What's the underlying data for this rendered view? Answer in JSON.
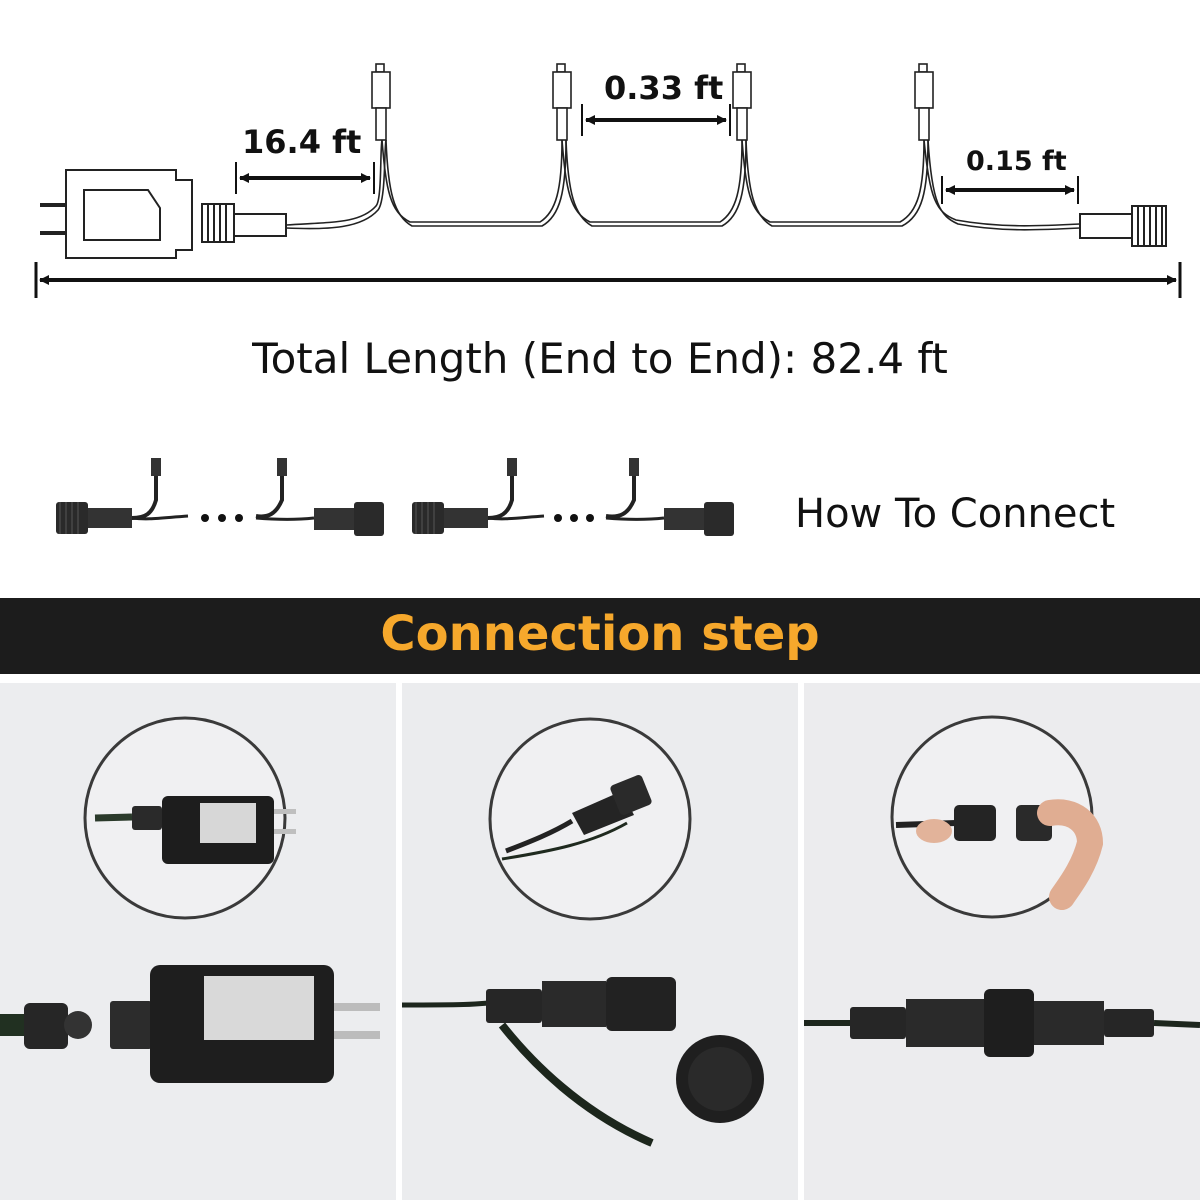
{
  "dimensions": {
    "segment_1": "16.4 ft",
    "spacing": "0.33 ft",
    "end_lead": "0.15 ft",
    "total": "Total Length (End to End): 82.4 ft"
  },
  "connect_label": "How To Connect",
  "banner": {
    "title": "Connection step",
    "color": "#f6a82c",
    "background": "#1c1c1c"
  },
  "steps": [
    {
      "name": "step-1-adapter",
      "icons": [
        "power-adapter-icon",
        "connector-icon"
      ]
    },
    {
      "name": "step-2-remove-cap",
      "icons": [
        "connector-cap-icon"
      ]
    },
    {
      "name": "step-3-join",
      "icons": [
        "connector-join-icon"
      ]
    }
  ]
}
